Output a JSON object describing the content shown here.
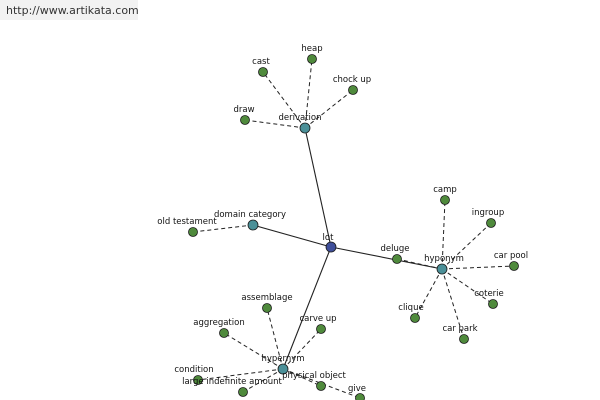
{
  "source_url": "http://www.artikata.com",
  "colors": {
    "center": "#3f4f9a",
    "hub": "#4b9098",
    "leaf": "#4f8a3c",
    "stroke": "#1a1a1a"
  },
  "nodes": [
    {
      "id": "lot",
      "label": "lot",
      "kind": "center"
    },
    {
      "id": "derivation",
      "label": "derivation",
      "kind": "hub"
    },
    {
      "id": "domain-category",
      "label": "domain category",
      "kind": "hub"
    },
    {
      "id": "hyponym",
      "label": "hyponym",
      "kind": "hub"
    },
    {
      "id": "hypernym",
      "label": "hypernym",
      "kind": "hub"
    },
    {
      "id": "deluge",
      "label": "deluge",
      "kind": "leaf"
    },
    {
      "id": "cast",
      "label": "cast",
      "kind": "leaf"
    },
    {
      "id": "heap",
      "label": "heap",
      "kind": "leaf"
    },
    {
      "id": "chock-up",
      "label": "chock up",
      "kind": "leaf"
    },
    {
      "id": "draw",
      "label": "draw",
      "kind": "leaf"
    },
    {
      "id": "old-testament",
      "label": "old testament",
      "kind": "leaf"
    },
    {
      "id": "camp",
      "label": "camp",
      "kind": "leaf"
    },
    {
      "id": "ingroup",
      "label": "ingroup",
      "kind": "leaf"
    },
    {
      "id": "car-pool",
      "label": "car pool",
      "kind": "leaf"
    },
    {
      "id": "coterie",
      "label": "coterie",
      "kind": "leaf"
    },
    {
      "id": "car-park",
      "label": "car park",
      "kind": "leaf"
    },
    {
      "id": "clique",
      "label": "clique",
      "kind": "leaf"
    },
    {
      "id": "assemblage",
      "label": "assemblage",
      "kind": "leaf"
    },
    {
      "id": "carve-up",
      "label": "carve up",
      "kind": "leaf"
    },
    {
      "id": "aggregation",
      "label": "aggregation",
      "kind": "leaf"
    },
    {
      "id": "condition",
      "label": "condition",
      "kind": "leaf"
    },
    {
      "id": "large-indefinite-amount",
      "label": "large indefinite amount",
      "kind": "leaf"
    },
    {
      "id": "physical-object",
      "label": "physical object",
      "kind": "leaf"
    },
    {
      "id": "give",
      "label": "give",
      "kind": "leaf"
    }
  ],
  "edges": [
    {
      "from": "lot",
      "to": "derivation",
      "style": "solid"
    },
    {
      "from": "lot",
      "to": "domain-category",
      "style": "solid"
    },
    {
      "from": "lot",
      "to": "hyponym",
      "style": "solid"
    },
    {
      "from": "lot",
      "to": "hypernym",
      "style": "solid"
    },
    {
      "from": "derivation",
      "to": "cast",
      "style": "dashed"
    },
    {
      "from": "derivation",
      "to": "heap",
      "style": "dashed"
    },
    {
      "from": "derivation",
      "to": "chock-up",
      "style": "dashed"
    },
    {
      "from": "derivation",
      "to": "draw",
      "style": "dashed"
    },
    {
      "from": "domain-category",
      "to": "old-testament",
      "style": "dashed"
    },
    {
      "from": "hyponym",
      "to": "deluge",
      "style": "dashed"
    },
    {
      "from": "hyponym",
      "to": "camp",
      "style": "dashed"
    },
    {
      "from": "hyponym",
      "to": "ingroup",
      "style": "dashed"
    },
    {
      "from": "hyponym",
      "to": "car-pool",
      "style": "dashed"
    },
    {
      "from": "hyponym",
      "to": "coterie",
      "style": "dashed"
    },
    {
      "from": "hyponym",
      "to": "car-park",
      "style": "dashed"
    },
    {
      "from": "hyponym",
      "to": "clique",
      "style": "dashed"
    },
    {
      "from": "hypernym",
      "to": "assemblage",
      "style": "dashed"
    },
    {
      "from": "hypernym",
      "to": "carve-up",
      "style": "dashed"
    },
    {
      "from": "hypernym",
      "to": "aggregation",
      "style": "dashed"
    },
    {
      "from": "hypernym",
      "to": "condition",
      "style": "dashed"
    },
    {
      "from": "hypernym",
      "to": "large-indefinite-amount",
      "style": "dashed"
    },
    {
      "from": "hypernym",
      "to": "physical-object",
      "style": "dashed"
    },
    {
      "from": "hypernym",
      "to": "give",
      "style": "dashed"
    }
  ]
}
